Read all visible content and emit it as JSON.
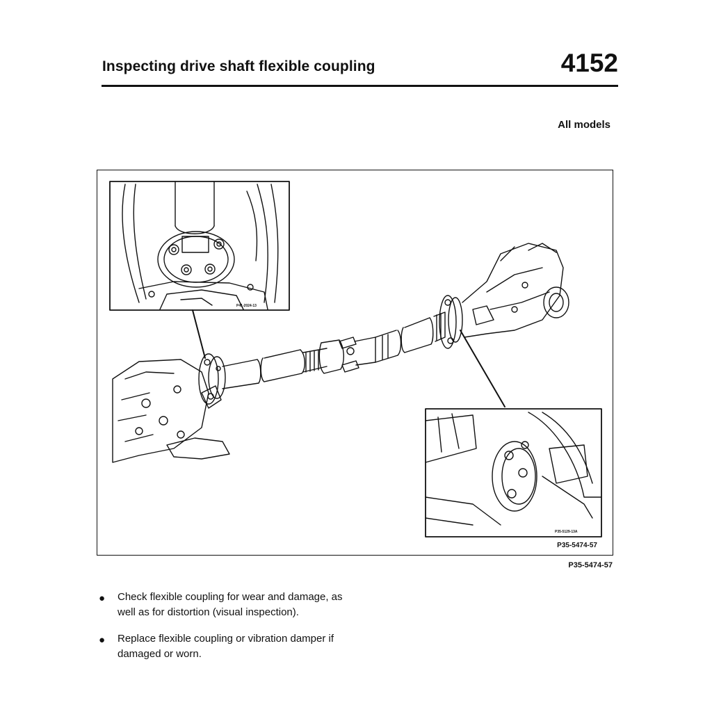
{
  "header": {
    "title": "Inspecting drive shaft flexible coupling",
    "code": "4152"
  },
  "applicability": "All models",
  "figure": {
    "inset_top_ref": "P41-2024-13",
    "inset_bottom_ref": "P35-5129-13A",
    "inner_ref": "P35-5474-57",
    "ref": "P35-5474-57"
  },
  "instructions": [
    {
      "bullet": "●",
      "text": "Check flexible coupling for wear and damage, as well as for distortion (visual inspection)."
    },
    {
      "bullet": "●",
      "text": "Replace flexible coupling or vibration damper if damaged or worn."
    }
  ]
}
